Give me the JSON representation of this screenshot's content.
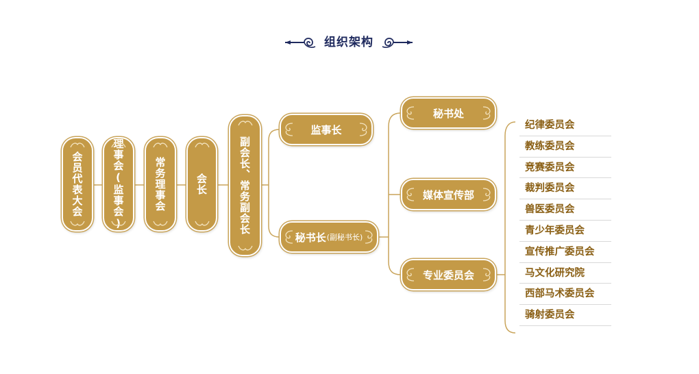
{
  "title": "组织架构",
  "colors": {
    "box_fill": "#c49a47",
    "title": "#1f2a5e",
    "committee_text": "#8a5f14",
    "line": "#c9a45a"
  },
  "chain": [
    {
      "label": "会员代表大会"
    },
    {
      "label": "理事会(监事会)"
    },
    {
      "label": "常务理事会"
    },
    {
      "label": "会长"
    },
    {
      "label": "副会长、常务副会长"
    }
  ],
  "level2": {
    "supervisor": {
      "label": "监事长"
    },
    "secretary_general": {
      "label": "秘书长",
      "sub": "(副秘书长)"
    }
  },
  "level3": {
    "secretariat": {
      "label": "秘书处"
    },
    "media": {
      "label": "媒体宣传部"
    },
    "special": {
      "label": "专业委员会"
    }
  },
  "committees": [
    "纪律委员会",
    "教练委员会",
    "竞赛委员会",
    "裁判委员会",
    "兽医委员会",
    "青少年委员会",
    "宣传推广委员会",
    "马文化研究院",
    "西部马术委员会",
    "骑射委员会"
  ]
}
